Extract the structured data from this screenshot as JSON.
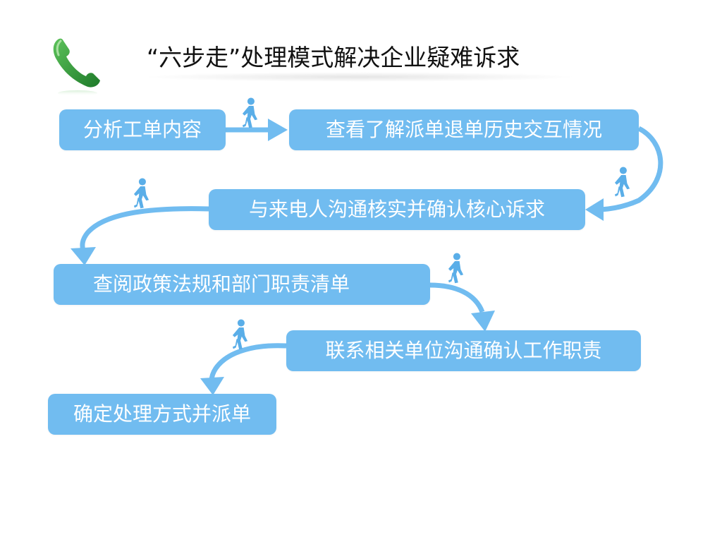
{
  "title": "“六步走”处理模式解决企业疑难诉求",
  "steps": [
    {
      "label": "分析工单内容"
    },
    {
      "label": "查看了解派单退单历史交互情况"
    },
    {
      "label": "与来电人沟通核实并确认核心诉求"
    },
    {
      "label": "查阅政策法规和部门职责清单"
    },
    {
      "label": "联系相关单位沟通确认工作职责"
    },
    {
      "label": "确定处理方式并派单"
    }
  ],
  "colors": {
    "step_fill": "#71bcf0",
    "arrow": "#71bcf0",
    "walker": "#5aaee8",
    "phone_green": "#2f9a3c"
  },
  "icons": [
    "phone-icon",
    "walking-person-icon"
  ]
}
